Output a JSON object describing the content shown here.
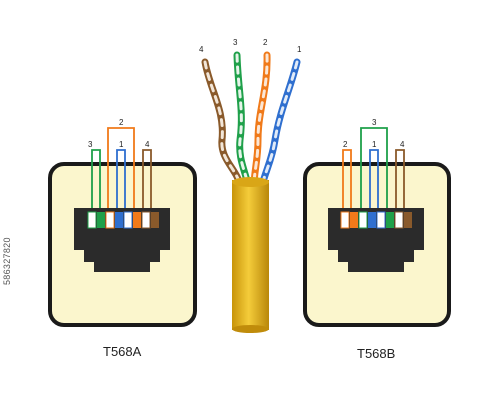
{
  "diagram": {
    "left_jack": {
      "label": "T568A",
      "pair_labels": [
        "3",
        "2",
        "1",
        "4"
      ]
    },
    "right_jack": {
      "label": "T568B",
      "pair_labels": [
        "2",
        "3",
        "1",
        "4"
      ]
    },
    "cable": {
      "pair_labels": [
        "4",
        "3",
        "2",
        "1"
      ]
    },
    "watermark_id": "586327820"
  },
  "colors": {
    "jack_fill": "#fbf6cd",
    "jack_border": "#1a1a1a",
    "socket": "#2b2b2b",
    "cable_jacket": "#e8b512",
    "wire_orange": "#f07a1a",
    "wire_green": "#1fa04a",
    "wire_blue": "#2f6fcf",
    "wire_brown": "#8a5a2b"
  }
}
